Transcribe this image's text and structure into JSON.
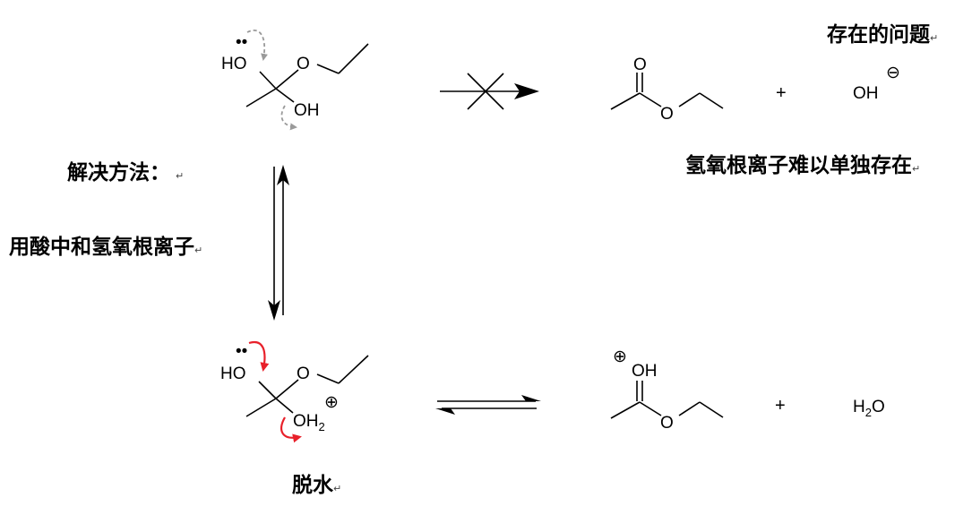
{
  "notes": {
    "problem": "存在的问题",
    "hydroxide_unstable": "氢氧根离子难以单独存在",
    "solution_heading": "解决方法：",
    "solution_text": "用酸中和氢氧根离子",
    "dehydration": "脱水"
  },
  "paragraph_mark": "↵",
  "atoms": {
    "ho": "HO",
    "oh": "OH",
    "o": "O",
    "hydroxide": "OH",
    "water_h": "H",
    "water_sub": "2",
    "water_o": "O",
    "oh_h": "H",
    "oh_sub": "2",
    "plus_sign": "+",
    "lone_pair": "••"
  },
  "charges": {
    "negative": "⊖",
    "positive": "⊕"
  },
  "colors": {
    "curved_arrow_top": "#9a9a9a",
    "curved_arrow_bottom": "#e8202a",
    "text": "#000000"
  }
}
